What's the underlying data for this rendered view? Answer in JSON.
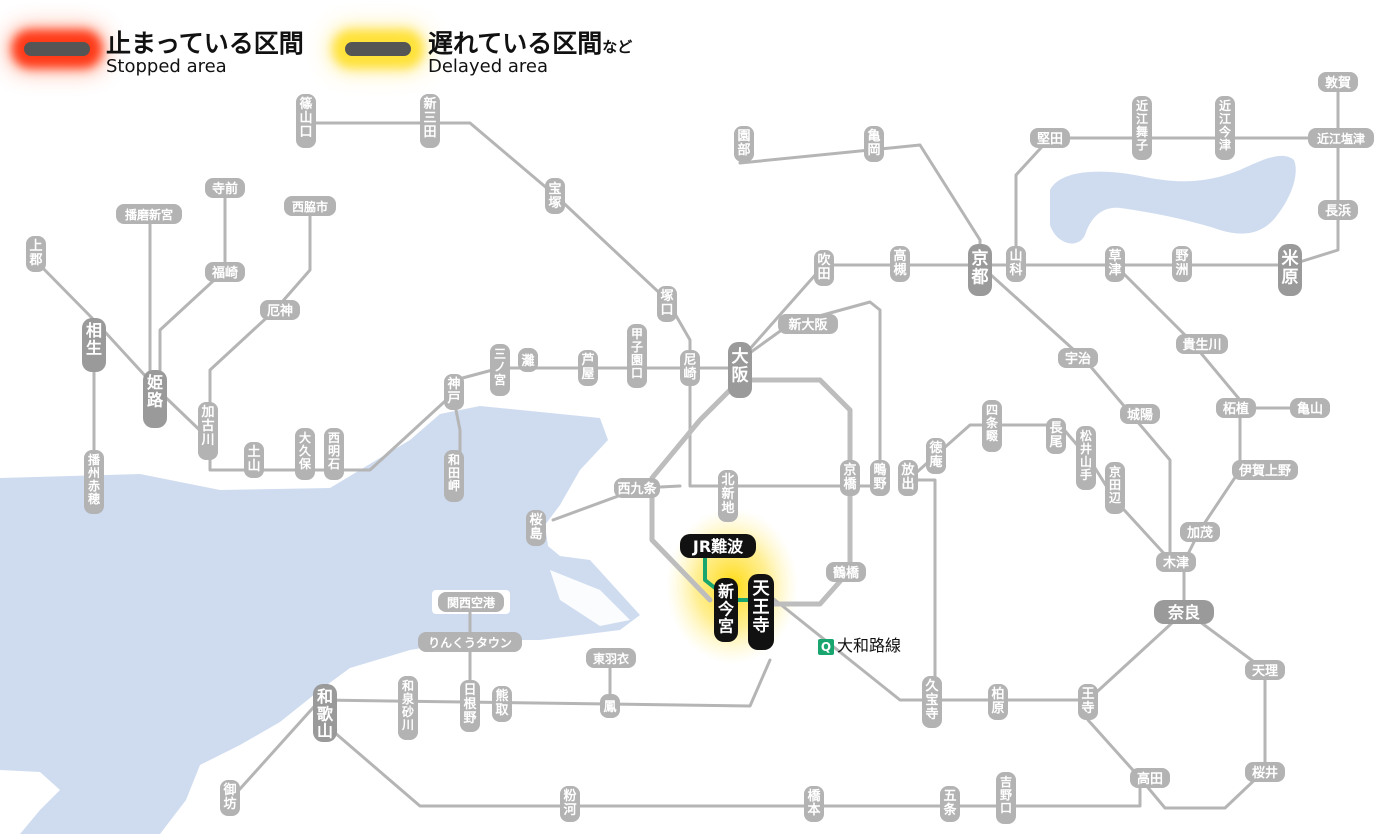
{
  "legend": {
    "stopped": {
      "jp": "止まっている区間",
      "en": "Stopped area"
    },
    "delayed": {
      "jp": "遅れている区間",
      "jp_suffix": "など",
      "en": "Delayed area"
    }
  },
  "colors": {
    "stopped_glow": "#ff3b1a",
    "delayed_glow": "#ffe23a",
    "water": "#cfdcf0",
    "line_gray": "#b5b5b5",
    "yamatoji_line": "#19a56e",
    "station_gray": "#b3b3b3",
    "station_active": "#111111"
  },
  "line_label": {
    "badge": "Q",
    "name": "大和路線"
  },
  "stations": [
    {
      "id": "sasayamaguchi",
      "name": "篠山口"
    },
    {
      "id": "shinsanda",
      "name": "新三田"
    },
    {
      "id": "takarazuka",
      "name": "宝塚"
    },
    {
      "id": "tsukaguchi",
      "name": "塚口"
    },
    {
      "id": "amagasaki",
      "name": "尼崎"
    },
    {
      "id": "osaka",
      "name": "大阪"
    },
    {
      "id": "shinosaka",
      "name": "新大阪"
    },
    {
      "id": "suita",
      "name": "吹田"
    },
    {
      "id": "takatsuki",
      "name": "高槻"
    },
    {
      "id": "sonobe",
      "name": "園部"
    },
    {
      "id": "kameoka",
      "name": "亀岡"
    },
    {
      "id": "kyoto",
      "name": "京都"
    },
    {
      "id": "yamashina",
      "name": "山科"
    },
    {
      "id": "katata",
      "name": "堅田"
    },
    {
      "id": "omimaiko",
      "name": "近江舞子"
    },
    {
      "id": "omiimazu",
      "name": "近江今津"
    },
    {
      "id": "tsuruga",
      "name": "敦賀"
    },
    {
      "id": "omishiotsu",
      "name": "近江塩津"
    },
    {
      "id": "nagahama",
      "name": "長浜"
    },
    {
      "id": "maibara",
      "name": "米原"
    },
    {
      "id": "kusatsu",
      "name": "草津"
    },
    {
      "id": "yasu",
      "name": "野洲"
    },
    {
      "id": "kibukawa",
      "name": "貴生川"
    },
    {
      "id": "tsuge",
      "name": "柘植"
    },
    {
      "id": "kameyama",
      "name": "亀山"
    },
    {
      "id": "igaueno",
      "name": "伊賀上野"
    },
    {
      "id": "kamo",
      "name": "加茂"
    },
    {
      "id": "kizu",
      "name": "木津"
    },
    {
      "id": "nara",
      "name": "奈良"
    },
    {
      "id": "tenri",
      "name": "天理"
    },
    {
      "id": "sakurai",
      "name": "桜井"
    },
    {
      "id": "takada",
      "name": "高田"
    },
    {
      "id": "oji",
      "name": "王寺"
    },
    {
      "id": "kashiwara",
      "name": "柏原"
    },
    {
      "id": "kyuhoji",
      "name": "久宝寺"
    },
    {
      "id": "uji",
      "name": "宇治"
    },
    {
      "id": "joyo",
      "name": "城陽"
    },
    {
      "id": "shijonawate",
      "name": "四条畷"
    },
    {
      "id": "nagao",
      "name": "長尾"
    },
    {
      "id": "matsuiyamate",
      "name": "松井山手"
    },
    {
      "id": "kyotanabe",
      "name": "京田辺"
    },
    {
      "id": "tokuan",
      "name": "徳庵"
    },
    {
      "id": "hanaten",
      "name": "放出"
    },
    {
      "id": "shigino",
      "name": "鴫野"
    },
    {
      "id": "kyobashi",
      "name": "京橋"
    },
    {
      "id": "tsuruhashi",
      "name": "鶴橋"
    },
    {
      "id": "tennoji",
      "name": "天王寺"
    },
    {
      "id": "shinimamiya",
      "name": "新今宮"
    },
    {
      "id": "jrnamba",
      "name": "JR難波"
    },
    {
      "id": "nishikujo",
      "name": "西九条"
    },
    {
      "id": "kitashinchi",
      "name": "北新地"
    },
    {
      "id": "sakurajima",
      "name": "桜島"
    },
    {
      "id": "kansaiairport",
      "name": "関西空港"
    },
    {
      "id": "rinkutown",
      "name": "りんくうタウン"
    },
    {
      "id": "higashihagoromo",
      "name": "東羽衣"
    },
    {
      "id": "otori",
      "name": "鳳"
    },
    {
      "id": "kumatori",
      "name": "熊取"
    },
    {
      "id": "hinenoo",
      "name": "日根野"
    },
    {
      "id": "izumisunagawa",
      "name": "和泉砂川"
    },
    {
      "id": "wakayama",
      "name": "和歌山"
    },
    {
      "id": "gobo",
      "name": "御坊"
    },
    {
      "id": "kokawa",
      "name": "粉河"
    },
    {
      "id": "hashimoto",
      "name": "橋本"
    },
    {
      "id": "gojo",
      "name": "五条"
    },
    {
      "id": "yoshinoguchi",
      "name": "吉野口"
    },
    {
      "id": "kobe",
      "name": "神戸"
    },
    {
      "id": "sannomiya",
      "name": "三ノ宮"
    },
    {
      "id": "nada",
      "name": "灘"
    },
    {
      "id": "ashiya",
      "name": "芦屋"
    },
    {
      "id": "koshienguchi",
      "name": "甲子園口"
    },
    {
      "id": "wadamisaki",
      "name": "和田岬"
    },
    {
      "id": "nishiakashi",
      "name": "西明石"
    },
    {
      "id": "okubo",
      "name": "大久保"
    },
    {
      "id": "dobo",
      "name": "土山"
    },
    {
      "id": "kakogawa",
      "name": "加古川"
    },
    {
      "id": "yakujin",
      "name": "厄神"
    },
    {
      "id": "nishiwakishi",
      "name": "西脇市"
    },
    {
      "id": "fukusaki",
      "name": "福崎"
    },
    {
      "id": "teramae",
      "name": "寺前"
    },
    {
      "id": "harimashingu",
      "name": "播磨新宮"
    },
    {
      "id": "himeji",
      "name": "姫路"
    },
    {
      "id": "aioi",
      "name": "相生"
    },
    {
      "id": "kamigori",
      "name": "上郡"
    },
    {
      "id": "banshuako",
      "name": "播州赤穂"
    }
  ]
}
